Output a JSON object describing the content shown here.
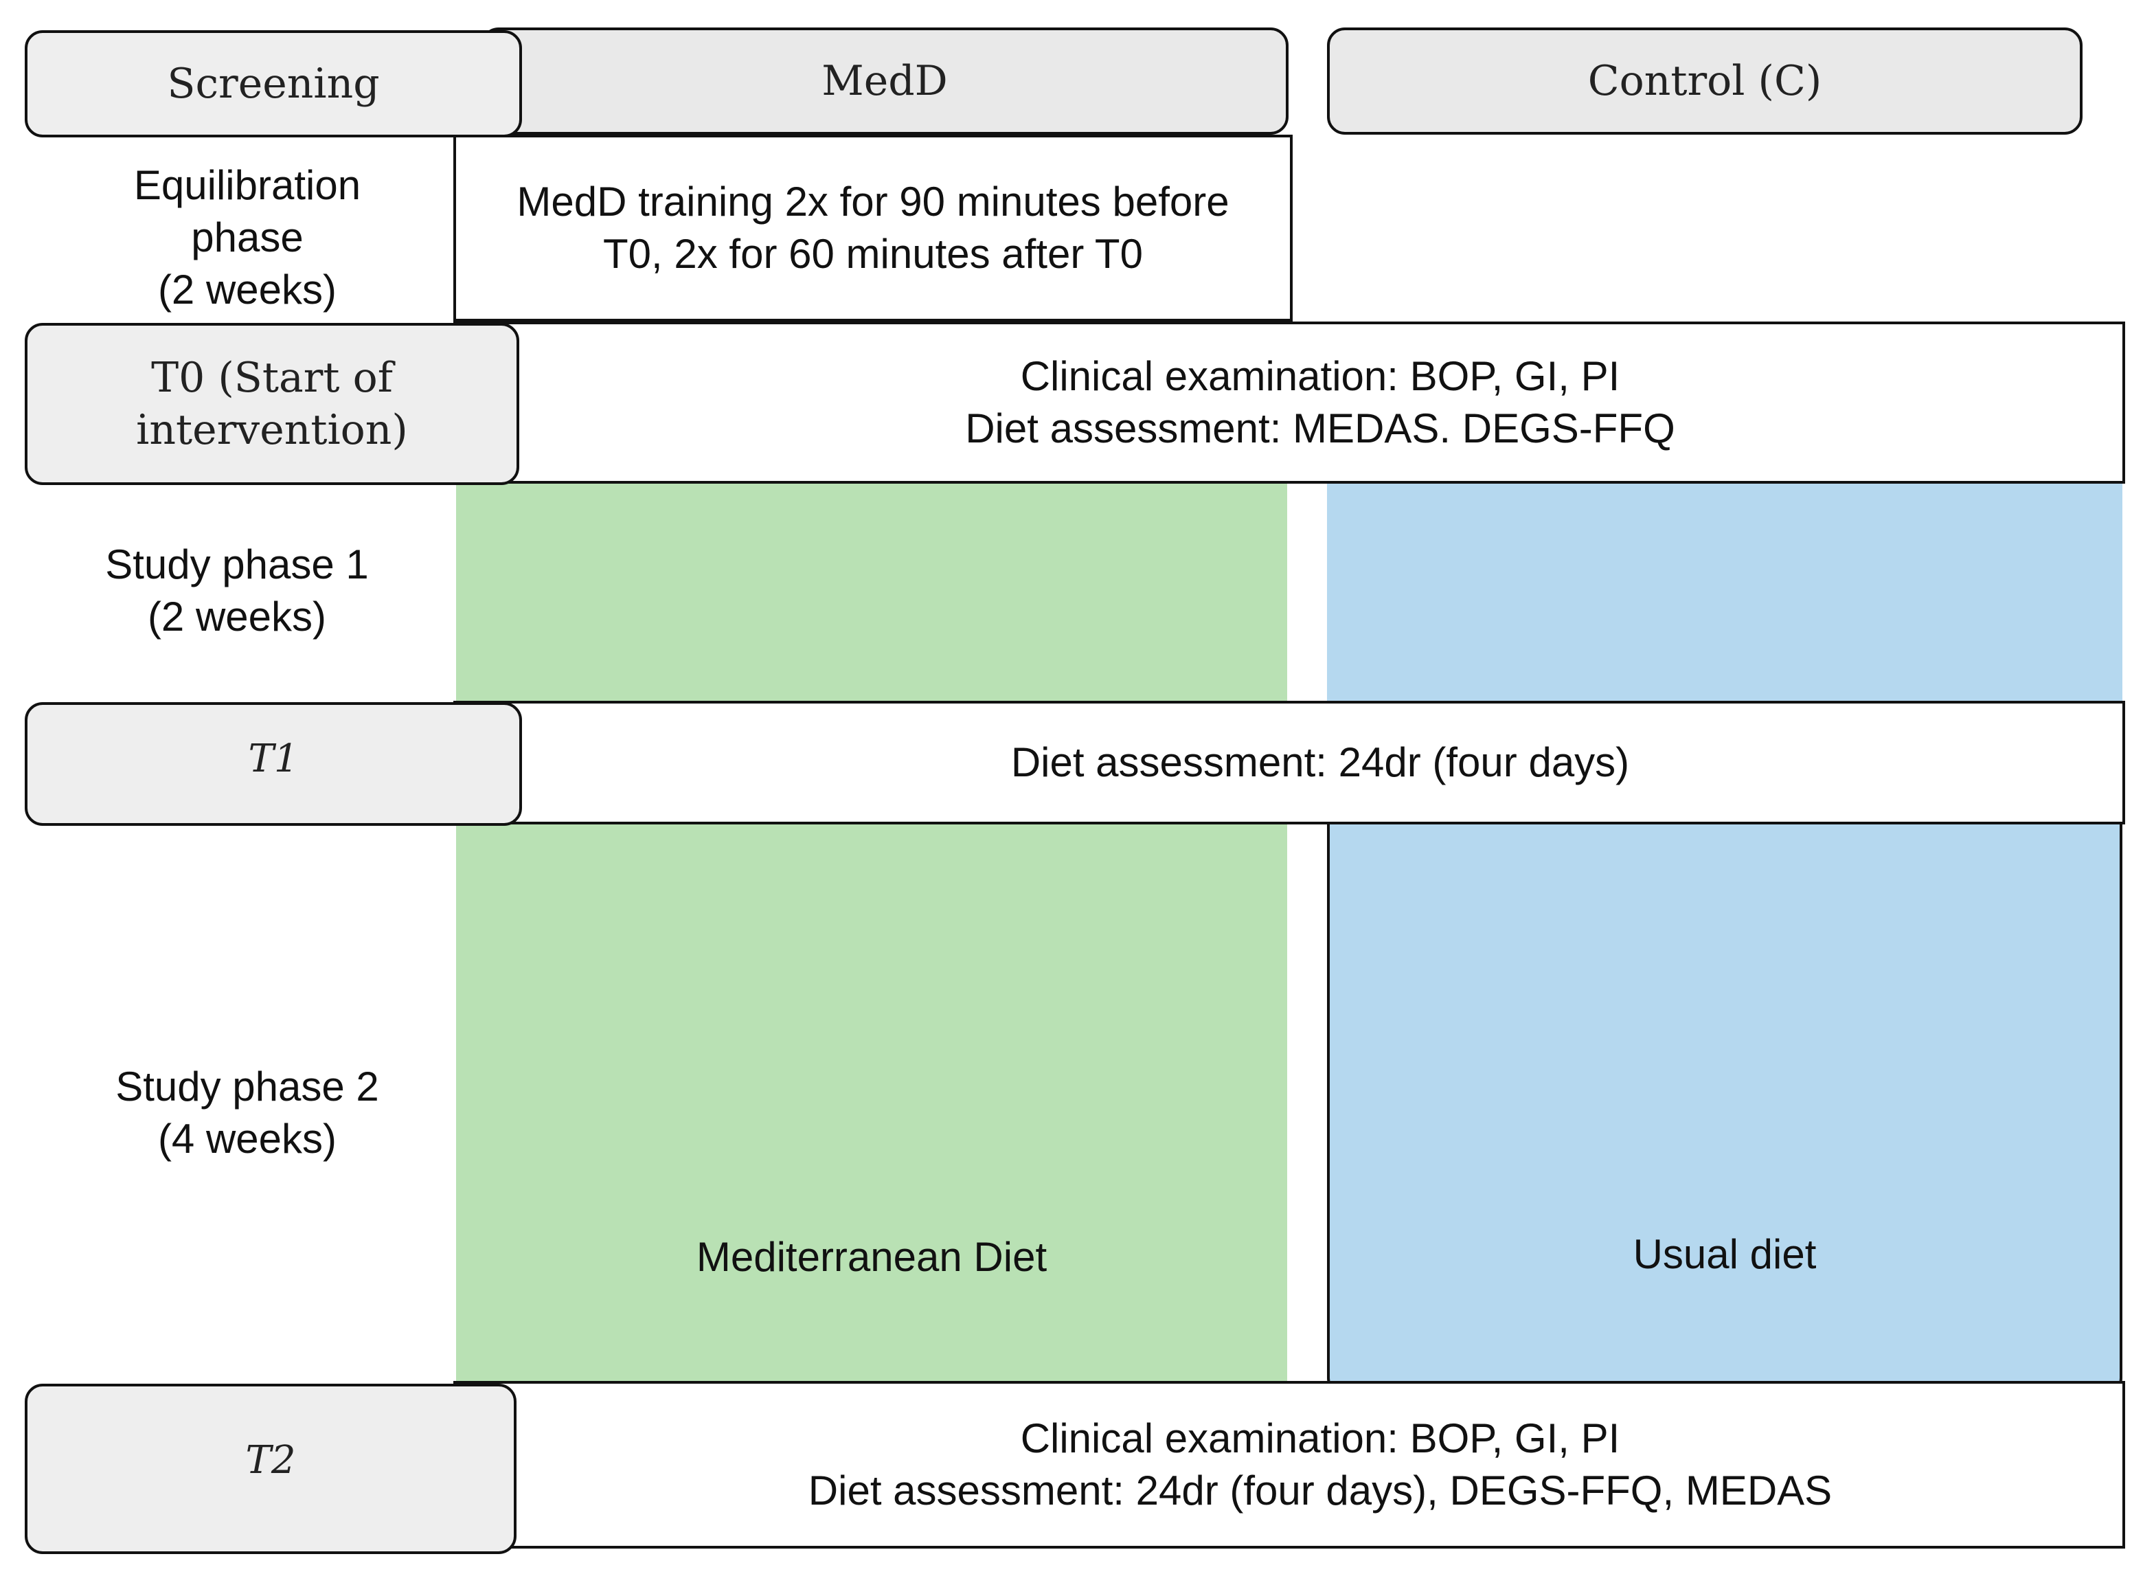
{
  "header": {
    "screening": "Screening",
    "medd": "MedD",
    "control": "Control (C)"
  },
  "rows": {
    "equilibration": {
      "label_line1": "Equilibration",
      "label_line2": "phase",
      "label_line3": "(2 weeks)",
      "medd_text_line1": "MedD training 2x for 90 minutes before",
      "medd_text_line2": "T0, 2x for 60 minutes after T0"
    },
    "t0": {
      "label_line1": "T0 (Start of",
      "label_line2": "intervention)",
      "text_line1": "Clinical examination: BOP, GI, PI",
      "text_line2": "Diet assessment: MEDAS. DEGS-FFQ"
    },
    "phase1": {
      "label_line1": "Study phase 1",
      "label_line2": "(2 weeks)"
    },
    "t1": {
      "label": "T1",
      "text": "Diet assessment: 24dr (four days)"
    },
    "phase2": {
      "label_line1": "Study phase 2",
      "label_line2": "(4 weeks)",
      "medd_text": "Mediterranean Diet",
      "control_text": "Usual diet"
    },
    "t2": {
      "label": "T2",
      "text_line1": "Clinical examination: BOP, GI, PI",
      "text_line2": "Diet assessment: 24dr (four days), DEGS-FFQ, MEDAS"
    }
  },
  "colors": {
    "medd_fill": "#b9e1b4",
    "control_fill": "#b5d8ef",
    "label_fill": "#eeeeee"
  }
}
